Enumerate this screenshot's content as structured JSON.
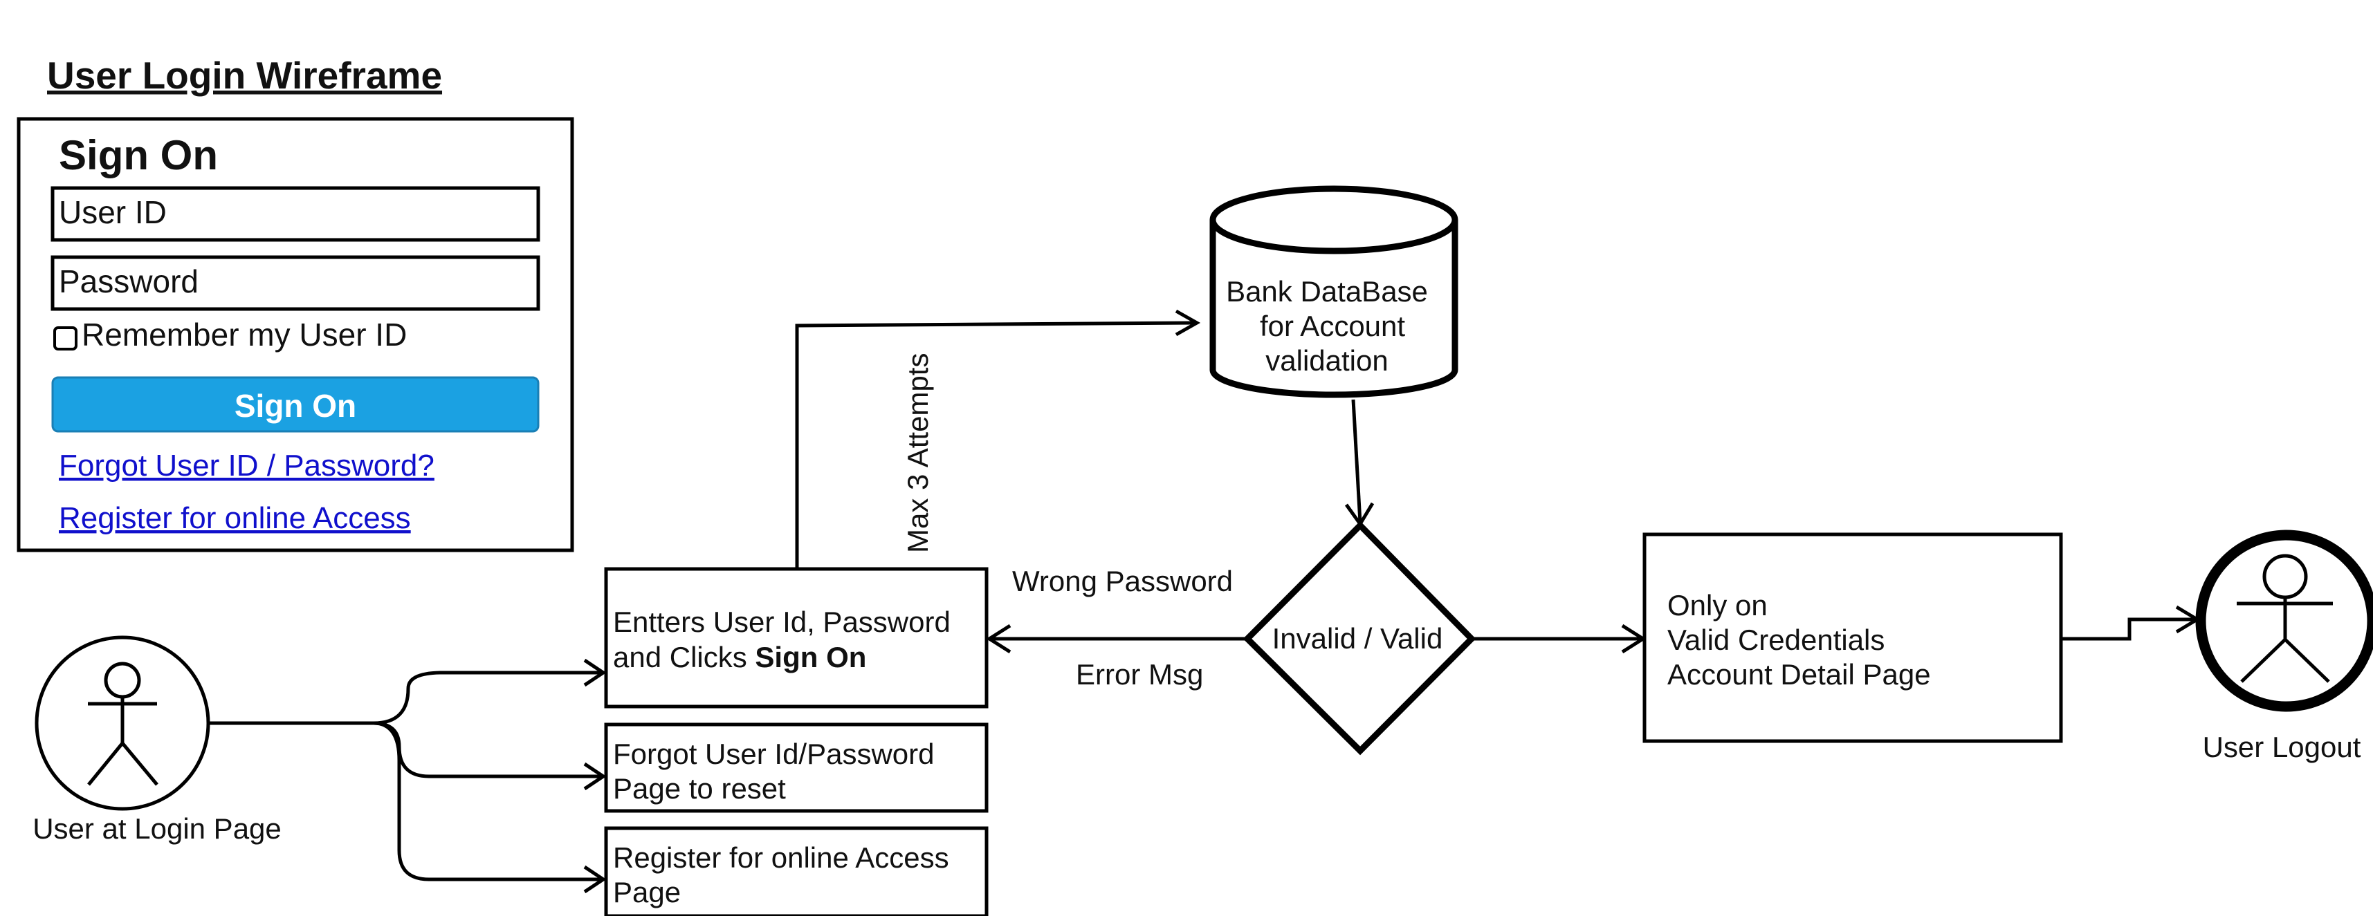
{
  "wireframe": {
    "title": "User Login Wireframe",
    "heading": "Sign On",
    "user_id_placeholder": "User ID",
    "password_placeholder": "Password",
    "remember_label": "Remember my User ID",
    "sign_on_button": "Sign On",
    "forgot_link": "Forgot User ID / Password?",
    "register_link": "Register for online Access",
    "button_color": "#1ba1e2"
  },
  "flow": {
    "actor_login_label": "User at Login Page",
    "enter_box": {
      "line1": "Entters User Id, Password",
      "line2_prefix": "and Clicks ",
      "line2_bold": "Sign On"
    },
    "forgot_box": {
      "line1": "Forgot User Id/Password",
      "line2": "Page to reset"
    },
    "register_box": {
      "line1": "Register for online Access",
      "line2": "Page"
    },
    "database": {
      "line1": "Bank DataBase",
      "line2": "for Account",
      "line3": "validation"
    },
    "max_attempts_label": "Max 3 Attempts",
    "wrong_password_label": "Wrong Password",
    "error_msg_label": "Error Msg",
    "decision_label": "Invalid / Valid",
    "account_box": {
      "line1": "Only on",
      "line2": "Valid Credentials",
      "line3": "Account Detail Page"
    },
    "logout_label": "User Logout"
  }
}
